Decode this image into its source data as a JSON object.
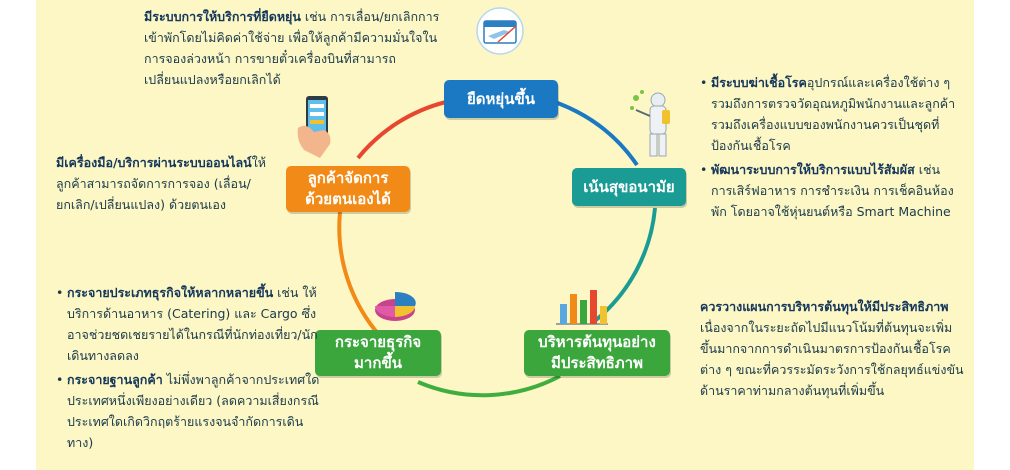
{
  "nodes": {
    "top": "ยืดหยุ่นขึ้น",
    "right": "เน้นสุขอนามัย",
    "bottom_right": "บริหารต้นทุนอย่าง\nมีประสิทธิภาพ",
    "bottom_left": "กระจายธุรกิจ\nมากขึ้น",
    "left": "ลูกค้าจัดการ\nด้วยตนเองได้"
  },
  "flex": {
    "bold": "มีระบบการให้บริการที่ยืดหยุ่น",
    "rest": " เช่น การเลื่อน/ยกเลิกการเข้าพักโดยไม่คิดค่าใช้จ่าย เพื่อให้ลูกค้ามีความมั่นใจในการจองล่วงหน้า การขายตั๋วเครื่องบินที่สามารถเปลี่ยนแปลงหรือยกเลิกได้"
  },
  "online": {
    "bold": "มีเครื่องมือ/บริการผ่านระบบออนไลน์",
    "rest": "ให้ลูกค้าสามารถจัดการการจอง (เลื่อน/ยกเลิก/เปลี่ยนแปลง) ด้วยตนเอง"
  },
  "diversify": {
    "b1_bold": "กระจายประเภทธุรกิจให้หลากหลายขึ้น",
    "b1_rest": " เช่น ให้บริการด้านอาหาร (Catering) และ Cargo ซึ่งอาจช่วยชดเชยรายได้ในกรณีที่นักท่องเที่ยว/นักเดินทางลดลง",
    "b2_bold": "กระจายฐานลูกค้า",
    "b2_rest": " ไม่พึ่งพาลูกค้าจากประเทศใดประเทศหนึ่งเพียงอย่างเดียว (ลดความเสี่ยงกรณีประเทศใดเกิดวิกฤตร้ายแรงจนจำกัดการเดินทาง)"
  },
  "hygiene": {
    "b1_bold": "มีระบบฆ่าเชื้อโรค",
    "b1_rest": "อุปกรณ์และเครื่องใช้ต่าง ๆ รวมถึงการตรวจวัดอุณหภูมิพนักงานและลูกค้า รวมถึงเครื่องแบบของพนักงานควรเป็นชุดที่ป้องกันเชื้อโรค",
    "b2_bold": "พัฒนาระบบการให้บริการแบบไร้สัมผัส",
    "b2_rest": " เช่น การเสิร์ฟอาหาร การชำระเงิน การเช็คอินห้องพัก โดยอาจใช้หุ่นยนต์หรือ Smart Machine"
  },
  "cost": {
    "bold": "ควรวางแผนการบริหารต้นทุนให้มีประสิทธิภาพ",
    "rest": " เนื่องจากในระยะถัดไปมีแนวโน้มที่ต้นทุนจะเพิ่มขึ้นมากจากการดำเนินมาตรการป้องกันเชื้อโรคต่าง ๆ ขณะที่ควรระมัดระวังการใช้กลยุทธ์แข่งขันด้านราคาท่ามกลางต้นทุนที่เพิ่มขึ้น"
  },
  "colors": {
    "blue": "#1a79c2",
    "teal": "#1a9c94",
    "green": "#3aa63c",
    "orange": "#f28a17",
    "red": "#e8472f",
    "ring_green": "#3fae3f",
    "panel": "#fcf7c5"
  }
}
